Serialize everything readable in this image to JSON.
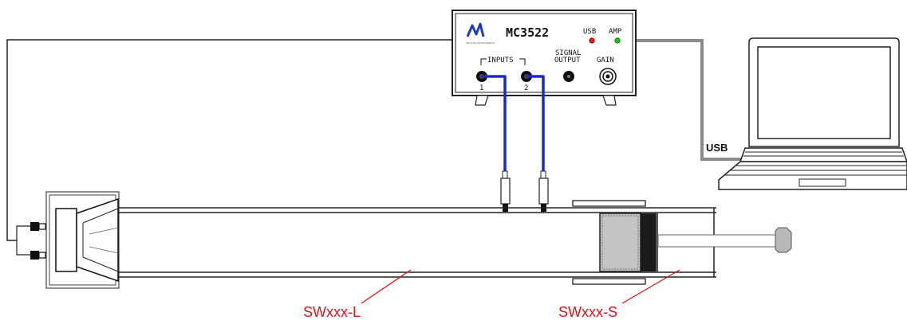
{
  "device": {
    "model": "MC3522",
    "logo_text": "CRYSTAL INSTRUMENTS",
    "leds": {
      "usb": "USB",
      "amp": "AMP"
    },
    "inputs_label": "INPUTS",
    "input_numbers": [
      "1",
      "2"
    ],
    "signal_output_label": [
      "SIGNAL",
      "OUTPUT"
    ],
    "gain_label": "GAIN"
  },
  "connection": {
    "usb_label": "USB"
  },
  "tubes": {
    "long_label": "SWxxx-L",
    "short_label": "SWxxx-S"
  },
  "colors": {
    "cable_blue": "#1f2fd8",
    "annotation_red": "#e8101a",
    "usb_led": "#e02020",
    "amp_led": "#21c021",
    "sample_fill": "#c4c4c4",
    "usb_cable": "#8a8a8a"
  },
  "icons": {
    "logo": "waveform-logo-icon",
    "laptop": "laptop-icon",
    "speaker": "loudspeaker-icon"
  }
}
